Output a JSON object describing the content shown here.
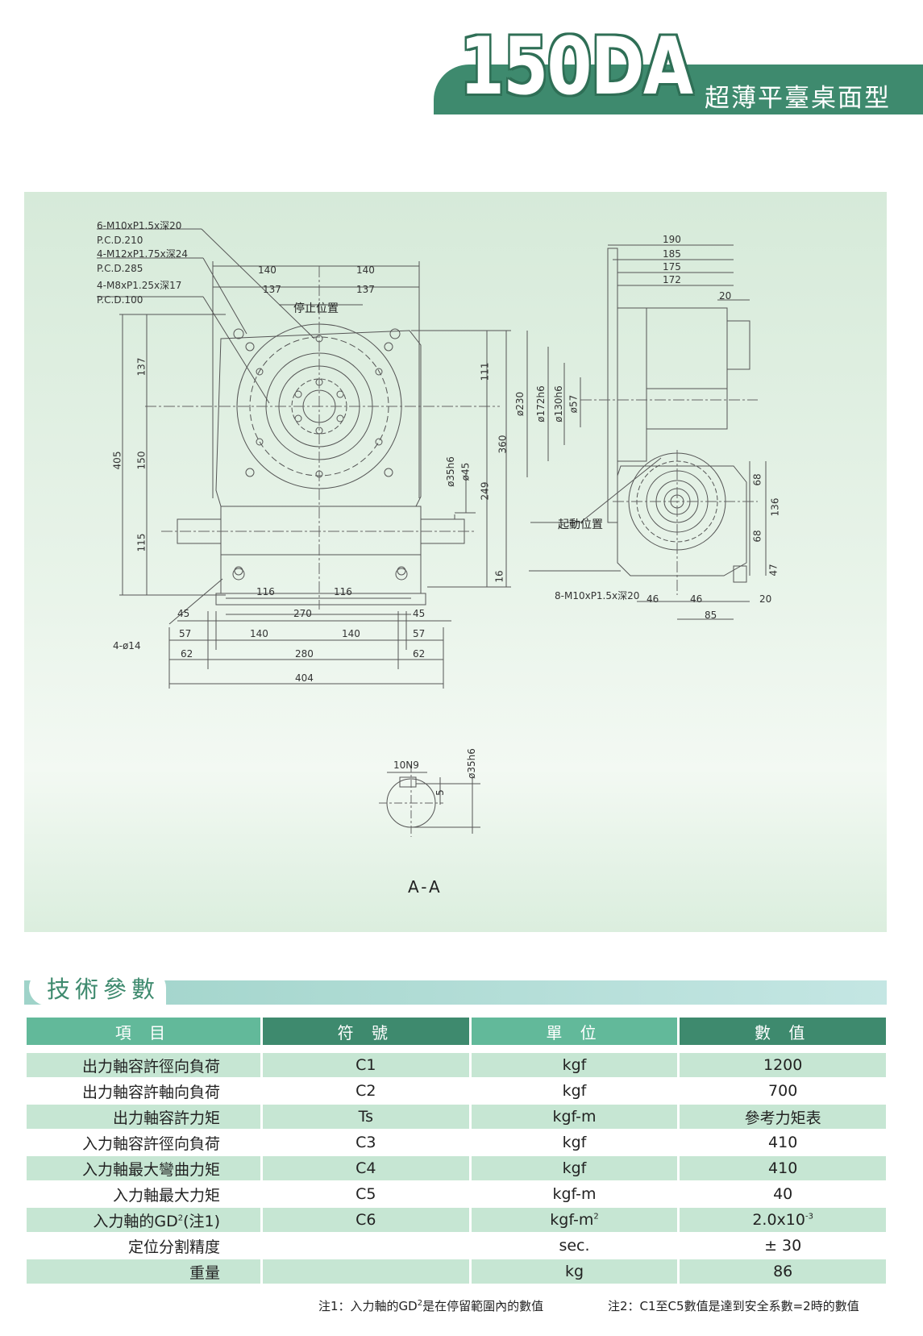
{
  "header": {
    "model": "150DA",
    "subtitle": "超薄平臺桌面型"
  },
  "drawing": {
    "callouts": [
      "6-M10xP1.5x深20",
      "P.C.D.210",
      "4-M12xP1.75x深24",
      "P.C.D.285",
      "4-M8xP1.25x深17",
      "P.C.D.100",
      "4-ø14",
      "8-M10xP1.5x深20"
    ],
    "labels": {
      "stop": "停止位置",
      "start": "起動位置",
      "section": "A-A"
    },
    "front_dims": [
      "140",
      "140",
      "137",
      "137",
      "137",
      "150",
      "115",
      "405",
      "111",
      "360",
      "249",
      "16",
      "ø35h6",
      "ø45",
      "116",
      "116",
      "45",
      "270",
      "45",
      "57",
      "140",
      "140",
      "57",
      "62",
      "280",
      "62",
      "404"
    ],
    "side_dims": [
      "190",
      "185",
      "175",
      "172",
      "20",
      "ø230",
      "ø172h6",
      "ø130h6",
      "ø57",
      "68",
      "68",
      "136",
      "47",
      "46",
      "46",
      "20",
      "85"
    ],
    "section_dims": [
      "10N9",
      "5",
      "ø35h6"
    ]
  },
  "section": {
    "title": "技術參數"
  },
  "table": {
    "headers": [
      "項 目",
      "符 號",
      "單 位",
      "數 值"
    ],
    "rows": [
      {
        "name": "出力軸容許徑向負荷",
        "symbol": "C1",
        "unit": "kgf",
        "value": "1200"
      },
      {
        "name": "出力軸容許軸向負荷",
        "symbol": "C2",
        "unit": "kgf",
        "value": "700"
      },
      {
        "name": "出力軸容許力矩",
        "symbol": "Ts",
        "unit": "kgf-m",
        "value": "參考力矩表"
      },
      {
        "name": "入力軸容許徑向負荷",
        "symbol": "C3",
        "unit": "kgf",
        "value": "410"
      },
      {
        "name": "入力軸最大彎曲力矩",
        "symbol": "C4",
        "unit": "kgf",
        "value": "410"
      },
      {
        "name": "入力軸最大力矩",
        "symbol": "C5",
        "unit": "kgf-m",
        "value": "40"
      },
      {
        "name": "入力軸的GD",
        "name_sup": "2",
        "name_tail": "(注1)",
        "symbol": "C6",
        "unit": "kgf-m",
        "unit_sup": "2",
        "value": "2.0x10",
        "value_sup": "-3"
      },
      {
        "name": "定位分割精度",
        "symbol": "",
        "unit": "sec.",
        "value": "± 30"
      },
      {
        "name": "重量",
        "symbol": "",
        "unit": "kg",
        "value": "86"
      }
    ]
  },
  "notes": {
    "note1_a": "注1：入力軸的GD",
    "note1_sup": "2",
    "note1_b": "是在停留範圍內的數值",
    "note2": "注2：C1至C5數值是達到安全系數=2時的數值"
  }
}
